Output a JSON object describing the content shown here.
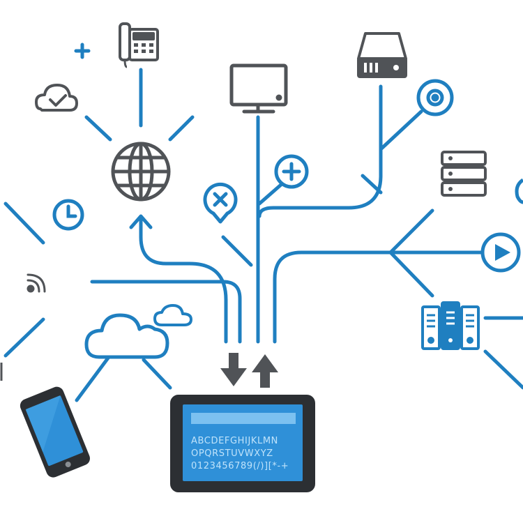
{
  "colors": {
    "accent_blue": "#1f7fc0",
    "icon_gray": "#505357",
    "screen_blue": "#2f90d8",
    "device_dark": "#2c2f33"
  },
  "tablet": {
    "screen_lines": [
      "ABCDEFGHIJKLMN",
      "OPQRSTUVWXYZ",
      "0123456789(/)][*-+"
    ]
  },
  "icons": [
    "phone-icon",
    "plus-icon",
    "cloud-check-icon",
    "globe-icon",
    "monitor-icon",
    "hard-drive-icon",
    "target-icon",
    "server-stack-icon",
    "clock-icon",
    "plus-badge-icon",
    "close-badge-icon",
    "play-icon",
    "rss-icon",
    "cloud-icon",
    "small-cloud-icon",
    "server-rack-icon",
    "smartphone-icon",
    "tablet-icon",
    "download-arrow-icon",
    "upload-arrow-icon"
  ]
}
